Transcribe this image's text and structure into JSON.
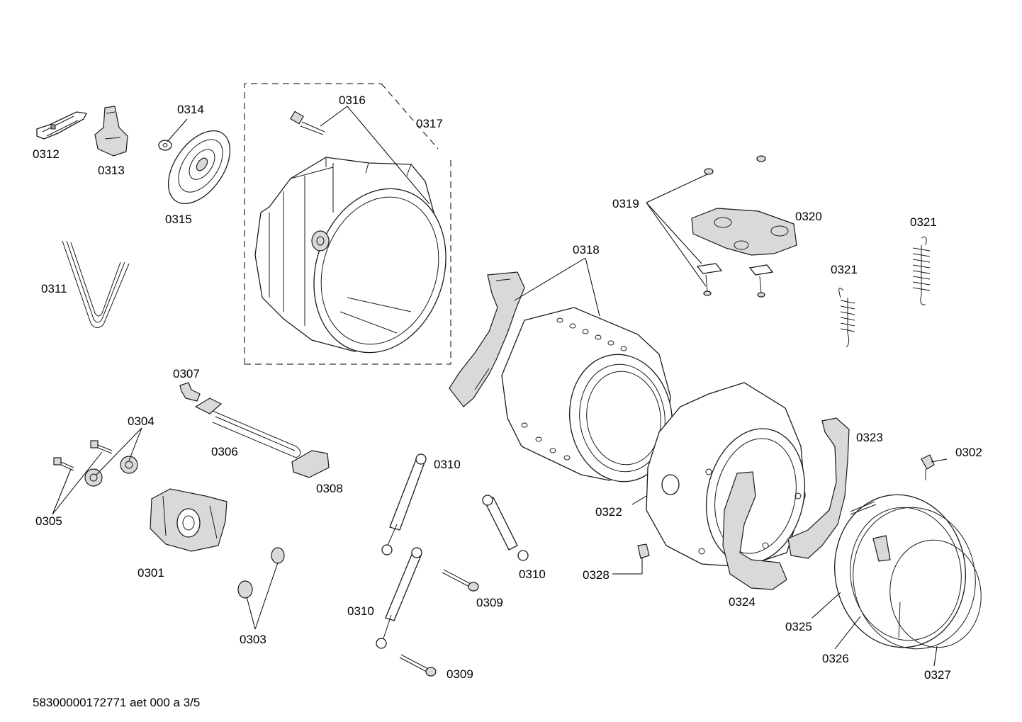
{
  "labels": {
    "l0301": "0301",
    "l0302": "0302",
    "l0303": "0303",
    "l0304": "0304",
    "l0305": "0305",
    "l0306": "0306",
    "l0307": "0307",
    "l0308": "0308",
    "l0309a": "0309",
    "l0309b": "0309",
    "l0310a": "0310",
    "l0310b": "0310",
    "l0310c": "0310",
    "l0311": "0311",
    "l0312": "0312",
    "l0313": "0313",
    "l0314": "0314",
    "l0315": "0315",
    "l0316": "0316",
    "l0317": "0317",
    "l0318": "0318",
    "l0319": "0319",
    "l0320": "0320",
    "l0321a": "0321",
    "l0321b": "0321",
    "l0322": "0322",
    "l0323": "0323",
    "l0324": "0324",
    "l0325": "0325",
    "l0326": "0326",
    "l0327": "0327",
    "l0328": "0328"
  },
  "footer": "58300000172771 aet 000 a 3/5"
}
